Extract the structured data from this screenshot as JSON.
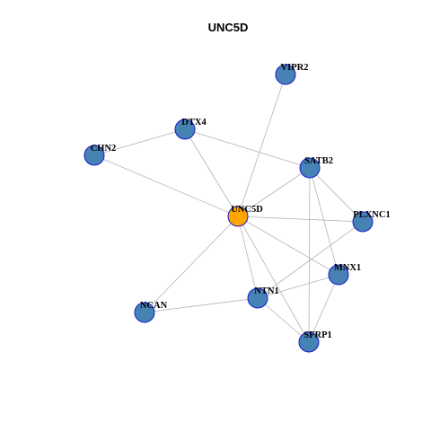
{
  "title": "UNC5D",
  "colors": {
    "hub_fill": "#FFA500",
    "node_fill": "#4682B4",
    "node_border": "#1A1ACD",
    "edge": "#B4B4B4"
  },
  "nodes": [
    {
      "id": "UNC5D",
      "label": "UNC5D",
      "hub": true
    },
    {
      "id": "VIPR2",
      "label": "VIPR2",
      "hub": false
    },
    {
      "id": "DTX4",
      "label": "DTX4",
      "hub": false
    },
    {
      "id": "CHN2",
      "label": "CHN2",
      "hub": false
    },
    {
      "id": "SATB2",
      "label": "SATB2",
      "hub": false
    },
    {
      "id": "PLXNC1",
      "label": "PLXNC1",
      "hub": false
    },
    {
      "id": "MNX1",
      "label": "MNX1",
      "hub": false
    },
    {
      "id": "NTN1",
      "label": "NTN1",
      "hub": false
    },
    {
      "id": "NCAN",
      "label": "NCAN",
      "hub": false
    },
    {
      "id": "SFRP1",
      "label": "SFRP1",
      "hub": false
    }
  ],
  "edges": [
    [
      "UNC5D",
      "VIPR2"
    ],
    [
      "UNC5D",
      "DTX4"
    ],
    [
      "UNC5D",
      "CHN2"
    ],
    [
      "UNC5D",
      "SATB2"
    ],
    [
      "UNC5D",
      "PLXNC1"
    ],
    [
      "UNC5D",
      "MNX1"
    ],
    [
      "UNC5D",
      "NTN1"
    ],
    [
      "UNC5D",
      "NCAN"
    ],
    [
      "UNC5D",
      "SFRP1"
    ],
    [
      "DTX4",
      "CHN2"
    ],
    [
      "DTX4",
      "SATB2"
    ],
    [
      "SATB2",
      "PLXNC1"
    ],
    [
      "SATB2",
      "MNX1"
    ],
    [
      "SATB2",
      "SFRP1"
    ],
    [
      "PLXNC1",
      "NTN1"
    ],
    [
      "MNX1",
      "NTN1"
    ],
    [
      "MNX1",
      "SFRP1"
    ],
    [
      "NTN1",
      "NCAN"
    ],
    [
      "NTN1",
      "SFRP1"
    ]
  ]
}
